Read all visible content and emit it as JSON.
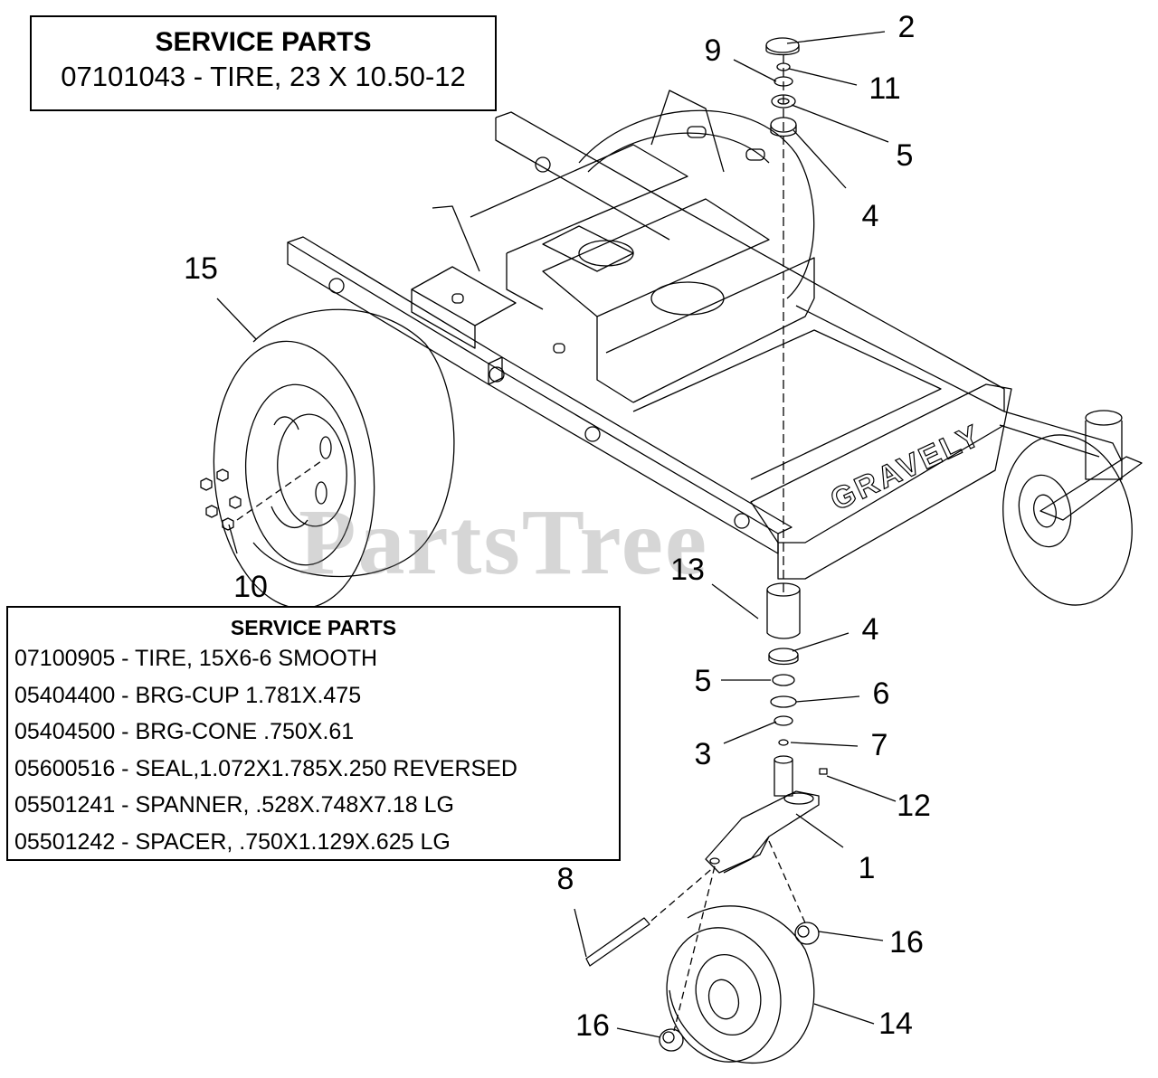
{
  "service_parts_top": {
    "title": "SERVICE PARTS",
    "items": [
      "07101043 - TIRE, 23 X 10.50-12"
    ]
  },
  "service_parts_bottom": {
    "title": "SERVICE PARTS",
    "items": [
      "07100905 - TIRE, 15X6-6 SMOOTH",
      "05404400 - BRG-CUP 1.781X.475",
      "05404500 - BRG-CONE .750X.61",
      "05600516 - SEAL,1.072X1.785X.250 REVERSED",
      "05501241 - SPANNER, .528X.748X7.18 LG",
      "05501242 - SPACER, .750X1.129X.625 LG"
    ]
  },
  "callouts": {
    "c2": "2",
    "c9": "9",
    "c11": "11",
    "c5a": "5",
    "c4a": "4",
    "c15": "15",
    "c10": "10",
    "c13": "13",
    "c4b": "4",
    "c5b": "5",
    "c6": "6",
    "c3": "3",
    "c7": "7",
    "c12": "12",
    "c1": "1",
    "c8": "8",
    "c16a": "16",
    "c16b": "16",
    "c14": "14"
  },
  "frame_brand": "GRAVELY",
  "watermark": "PartsTree",
  "colors": {
    "line": "#000000",
    "background": "#ffffff",
    "watermark": "#b0b0b0"
  }
}
